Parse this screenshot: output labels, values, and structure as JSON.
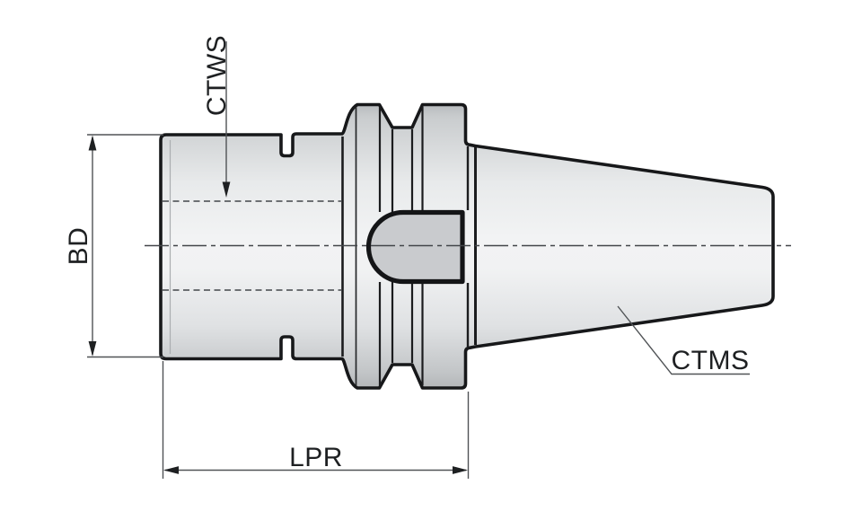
{
  "drawing": {
    "labels": {
      "ctws": "CTWS",
      "bd": "BD",
      "lpr": "LPR",
      "ctms": "CTMS"
    },
    "colors": {
      "background": "#ffffff",
      "outline": "#17181a",
      "metal_highlight": "#f2f3f4",
      "metal_shadow": "#b1b4b7",
      "slot_fill": "#c9cbce",
      "dimension_line": "#505356",
      "label_text": "#1e2022"
    }
  }
}
